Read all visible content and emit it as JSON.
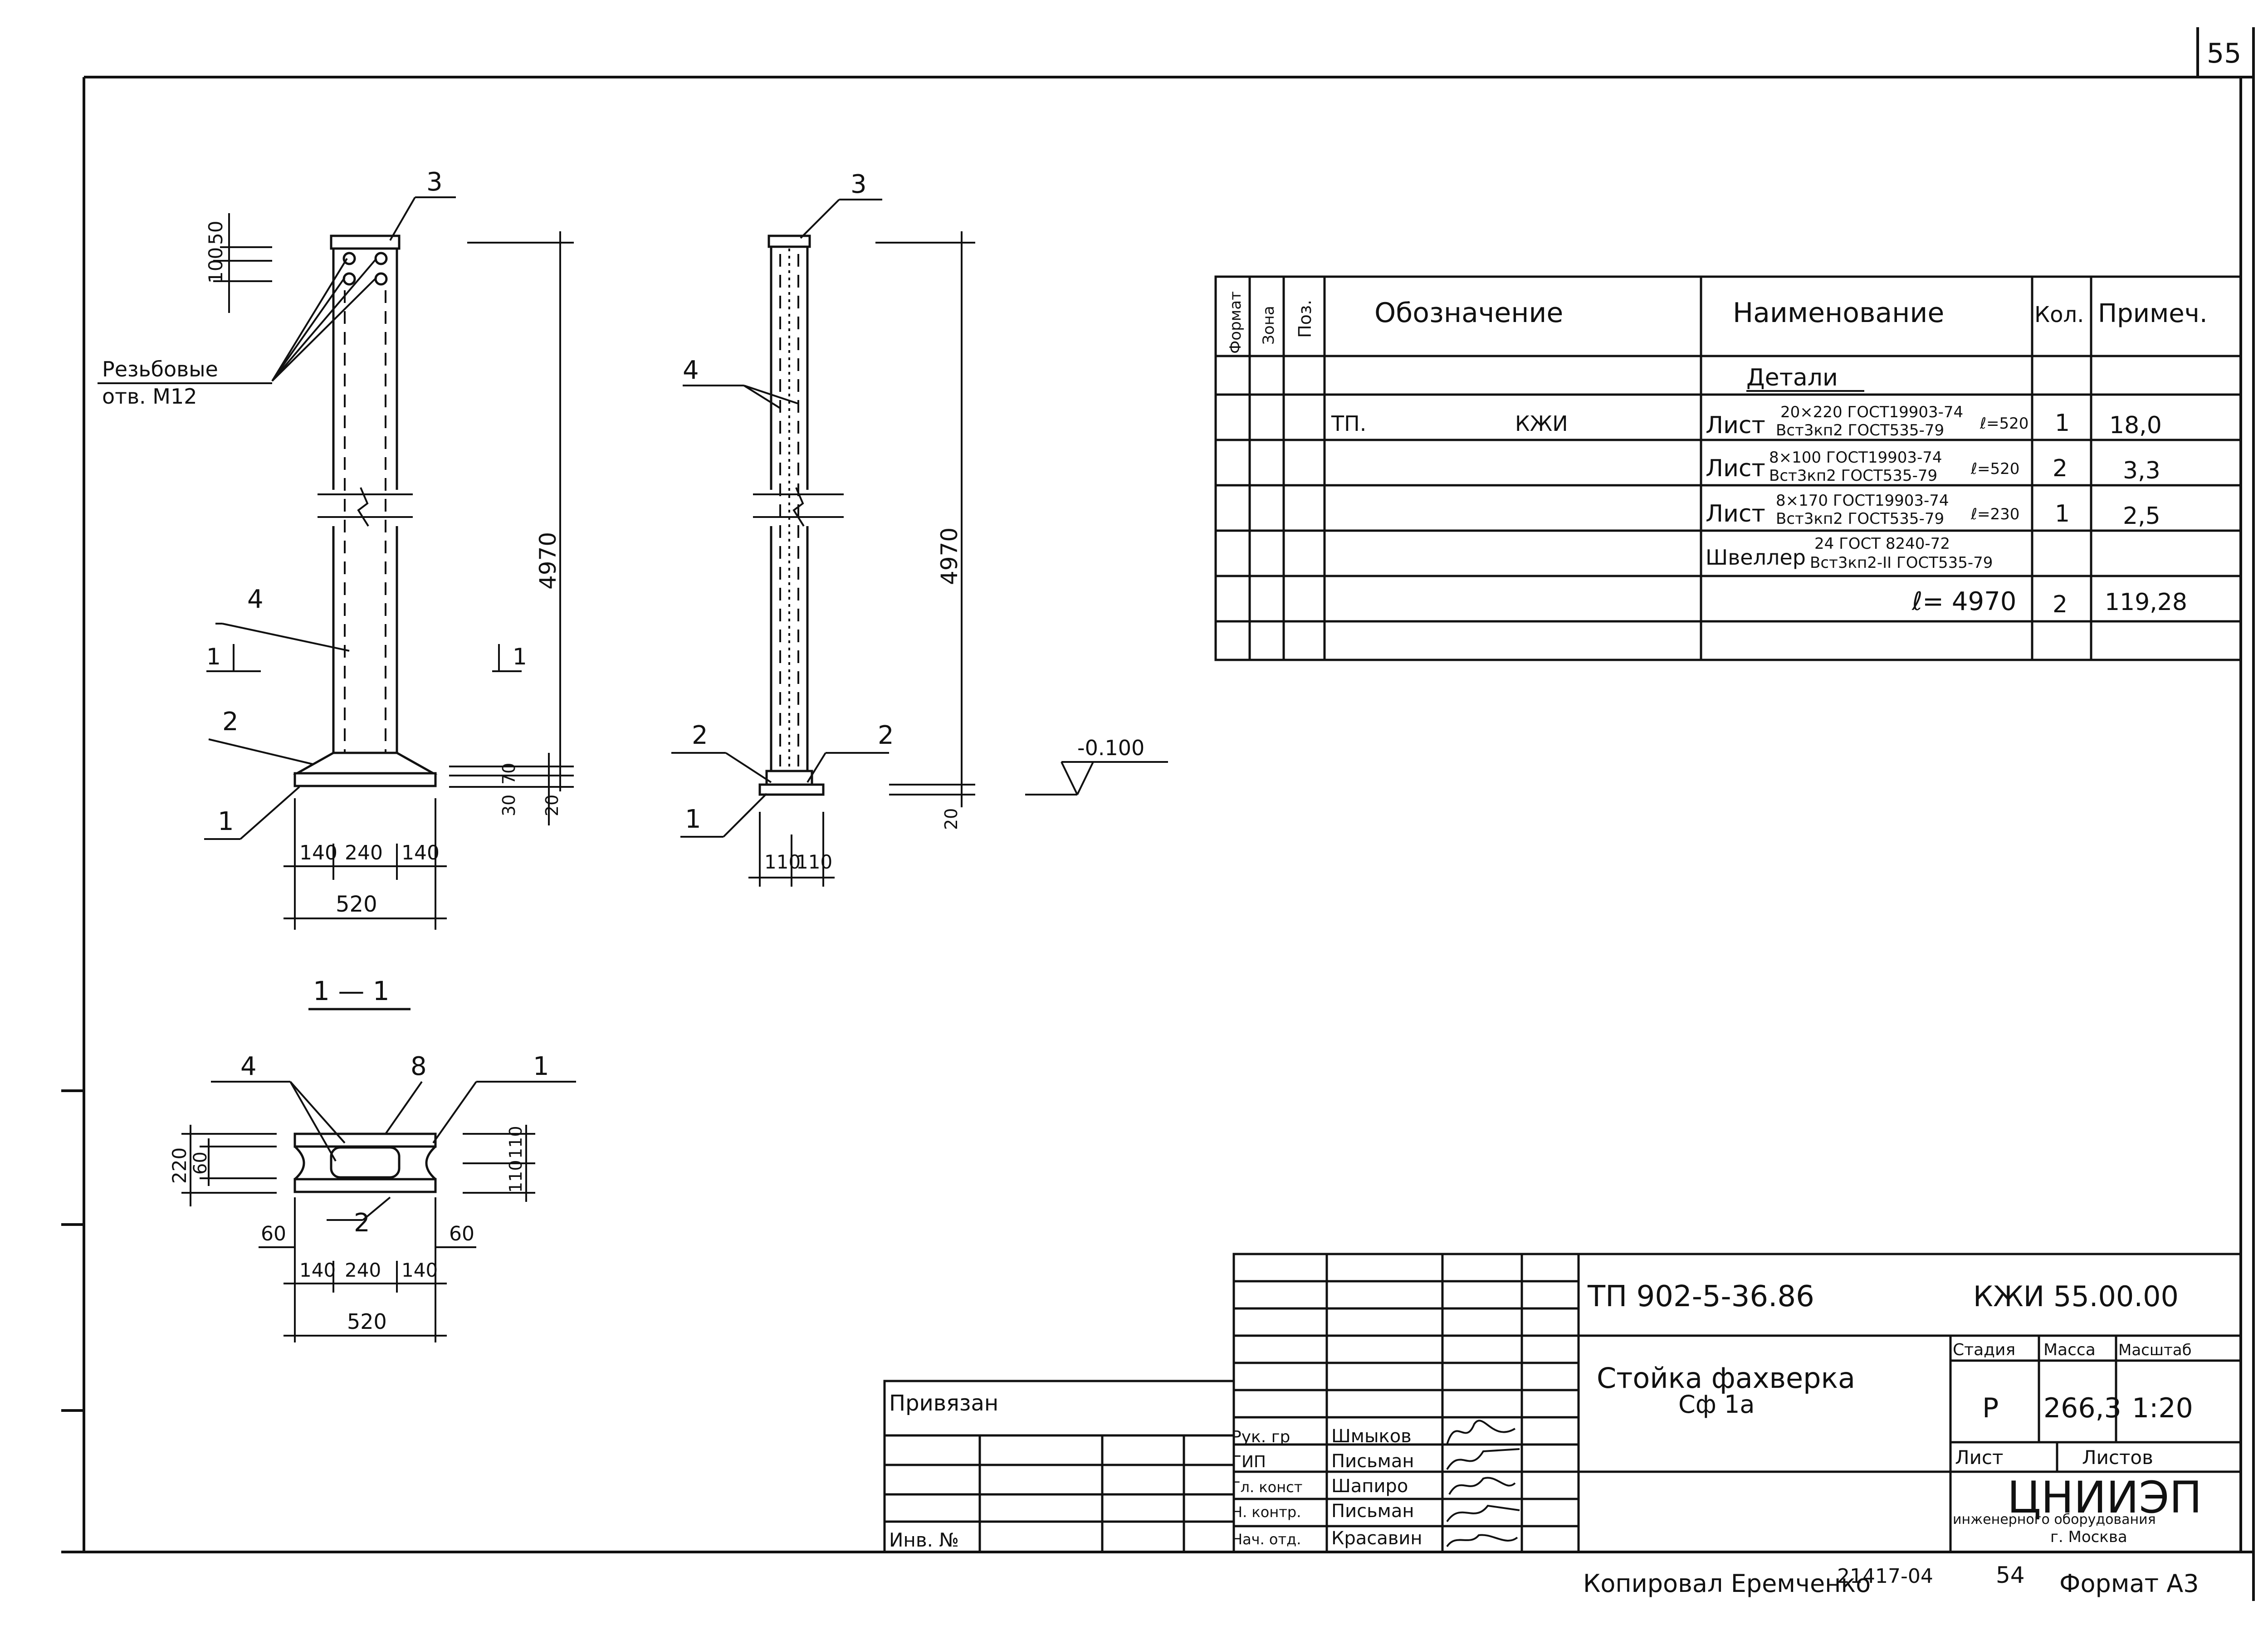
{
  "page_number": "55",
  "views": {
    "front": {
      "callout_3": "3",
      "callout_4": "4",
      "callout_2": "2",
      "callout_1": "1",
      "hole_label_1": "Резьбовые",
      "hole_label_2": "отв. М12",
      "dim_50": "50",
      "dim_100": "100",
      "dim_height": "4970",
      "dim_30": "30",
      "dim_70": "70",
      "dim_20": "20",
      "dim_140_left": "140",
      "dim_240": "240",
      "dim_140_right": "140",
      "dim_520": "520",
      "section_mark": "1"
    },
    "side": {
      "callout_3": "3",
      "callout_4": "4",
      "callout_2_left": "2",
      "callout_2_right": "2",
      "callout_1": "1",
      "dim_height": "4970",
      "dim_20": "20",
      "dim_110_left": "110",
      "dim_110_right": "110",
      "level_mark": "-0.100"
    },
    "section": {
      "title": "1 — 1",
      "callout_4": "4",
      "callout_8": "8",
      "callout_1": "1",
      "callout_2": "2",
      "dim_220": "220",
      "dim_60_vert": "60",
      "dim_110_a": "110",
      "dim_110_b": "110",
      "dim_60_left": "60",
      "dim_60_right": "60",
      "dim_140_left": "140",
      "dim_240": "240",
      "dim_140_right": "140",
      "dim_520": "520"
    }
  },
  "spec_table": {
    "headers": {
      "format": "Формат",
      "zone": "Зона",
      "pos": "Поз.",
      "designation": "Обозначение",
      "name": "Наименование",
      "qty": "Кол.",
      "note": "Примеч."
    },
    "section_title": "Детали",
    "row1": {
      "designation_a": "ТП.",
      "designation_b": "КЖИ",
      "name": "Лист",
      "spec_top": "20×220 ГОСТ19903-74",
      "spec_bottom": "Вст3кп2 ГОСТ535-79",
      "length": "ℓ=520",
      "qty": "1",
      "note": "18,0"
    },
    "row2": {
      "name": "Лист",
      "spec_top": "8×100 ГОСТ19903-74",
      "spec_bottom": "Вст3кп2 ГОСТ535-79",
      "length": "ℓ=520",
      "qty": "2",
      "note": "3,3"
    },
    "row3": {
      "name": "Лист",
      "spec_top": "8×170 ГОСТ19903-74",
      "spec_bottom": "Вст3кп2 ГОСТ535-79",
      "length": "ℓ=230",
      "qty": "1",
      "note": "2,5"
    },
    "row4": {
      "name": "Швеллер",
      "spec_top": "24 ГОСТ 8240-72",
      "spec_bottom": "Вст3кп2-II ГОСТ535-79"
    },
    "row5": {
      "length": "ℓ= 4970",
      "qty": "2",
      "note": "119,28"
    }
  },
  "title_block": {
    "project_code": "ТП 902-5-36.86",
    "sheet_code": "КЖИ 55.00.00",
    "title_line1": "Стойка фахверка",
    "title_line2": "Сф 1а",
    "stage_label": "Стадия",
    "mass_label": "Масса",
    "scale_label": "Масштаб",
    "stage": "Р",
    "mass": "266,3",
    "scale": "1:20",
    "sheet_label": "Лист",
    "sheets_label": "Листов",
    "org_name": "ЦНИИЭП",
    "org_sub1": "инженерного оборудования",
    "org_sub2": "г. Москва",
    "bound_label": "Привязан",
    "inv_label": "Инв. №",
    "roles": [
      {
        "role": "Рук. гр",
        "name": "Шмыков"
      },
      {
        "role": "ГИП",
        "name": "Письман"
      },
      {
        "role": "Гл. конст",
        "name": "Шапиро"
      },
      {
        "role": "Н. контр.",
        "name": "Письман"
      },
      {
        "role": "Нач. отд.",
        "name": "Красавин"
      }
    ]
  },
  "footer": {
    "copied": "Копировал Еремченко",
    "order_no": "21417-04",
    "sheet_no": "54",
    "format": "Формат А3"
  }
}
